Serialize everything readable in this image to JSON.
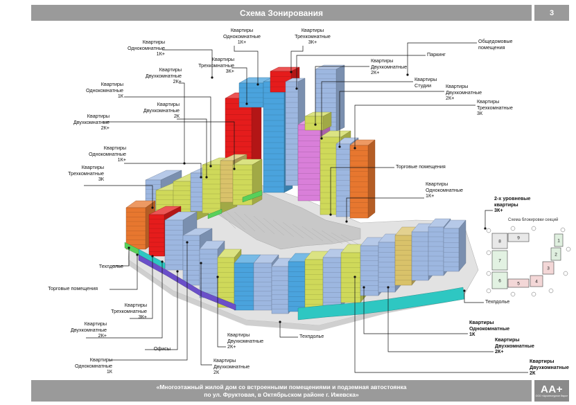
{
  "header": {
    "title": "Схема Зонирования",
    "page": "3"
  },
  "footer": {
    "line1": "«Многоэтажный жилой дом со встроенными помещениями и подземная автостоянка",
    "line2": "по ул. Фруктовая, в Октябрьском районе г. Ижевска»"
  },
  "logo": {
    "main": "AA+",
    "sub": "ООО «Архитектурное бюро»"
  },
  "mini_schema": {
    "title": "Схема блокировки секций",
    "sections": [
      "1",
      "2",
      "3",
      "4",
      "5",
      "6",
      "7",
      "8",
      "9"
    ]
  },
  "labels": {
    "l01": [
      "Квартиры",
      "Однокомнатные",
      "1К+"
    ],
    "l02": [
      "Квартиры",
      "Трехкомнатные",
      "3К+"
    ],
    "l03": [
      "Общедомовые",
      "помещения"
    ],
    "l04": [
      "Квартиры",
      "Однокомнатные",
      "1К+"
    ],
    "l05": [
      "Паркинг"
    ],
    "l06": [
      "Квартиры",
      "Трехкомнатные",
      "3К+"
    ],
    "l07": [
      "Квартиры",
      "Двухкомнатные",
      "2К+"
    ],
    "l08": [
      "Квартиры",
      "Двухкомнатные",
      "2К+"
    ],
    "l09": [
      "Квартиры",
      "Студии"
    ],
    "l10": [
      "Квартиры",
      "Однокомнатные",
      "1К"
    ],
    "l11": [
      "Квартиры",
      "Двухкомнатные",
      "2К+"
    ],
    "l12": [
      "Квартиры",
      "Двухкомнатные",
      "2К"
    ],
    "l13": [
      "Квартиры",
      "Трехкомнатные",
      "3К"
    ],
    "l14": [
      "Квартиры",
      "Двухкомнатные",
      "2К+"
    ],
    "l15": [
      "Квартиры",
      "Однокомнатные",
      "1К+"
    ],
    "l16": [
      "Торговые помещения"
    ],
    "l17": [
      "Квартиры",
      "Трехкомнатные",
      "3К"
    ],
    "l18": [
      "Квартиры",
      "Однокомнатные",
      "1К+"
    ],
    "l19": [
      "2-х уровневые",
      "квартиры",
      "3К+"
    ],
    "l20": [
      "Техпдолье"
    ],
    "l21": [
      "Торговые помещения"
    ],
    "l22": [
      "Техпдолье"
    ],
    "l23": [
      "Квартиры",
      "Трехкомнатные",
      "3К+"
    ],
    "l24": [
      "Квартиры",
      "Двухкомнатные",
      "2К+"
    ],
    "l25": [
      "Квартиры",
      "Двухкомнатные",
      "2К+"
    ],
    "l26": [
      "Техпдолье"
    ],
    "l27": [
      "Квартиры",
      "Однокомнатные",
      "1К"
    ],
    "l28": [
      "Офисы"
    ],
    "l29": [
      "Квартиры",
      "Двухкомнатные",
      "2К"
    ],
    "l30": [
      "Квартиры",
      "Двухкомнатные",
      "2К+"
    ],
    "l31": [
      "Квартиры",
      "Однокомнатные",
      "1К"
    ],
    "l32": [
      "Квартиры",
      "Двухкомнатные",
      "2К"
    ]
  },
  "colors": {
    "one_room_plus": "#4aa3dd",
    "one_room": "#9db7e0",
    "two_room_plus": "#cfd95a",
    "two_room": "#d9c26a",
    "three_room": "#e7772f",
    "three_room_plus": "#e51c1c",
    "studio": "#d97fd9",
    "retail": "#2ec7c2",
    "offices": "#6a4fc9",
    "technical_floor": "#58d05a",
    "parking": "#c8c8c8"
  }
}
